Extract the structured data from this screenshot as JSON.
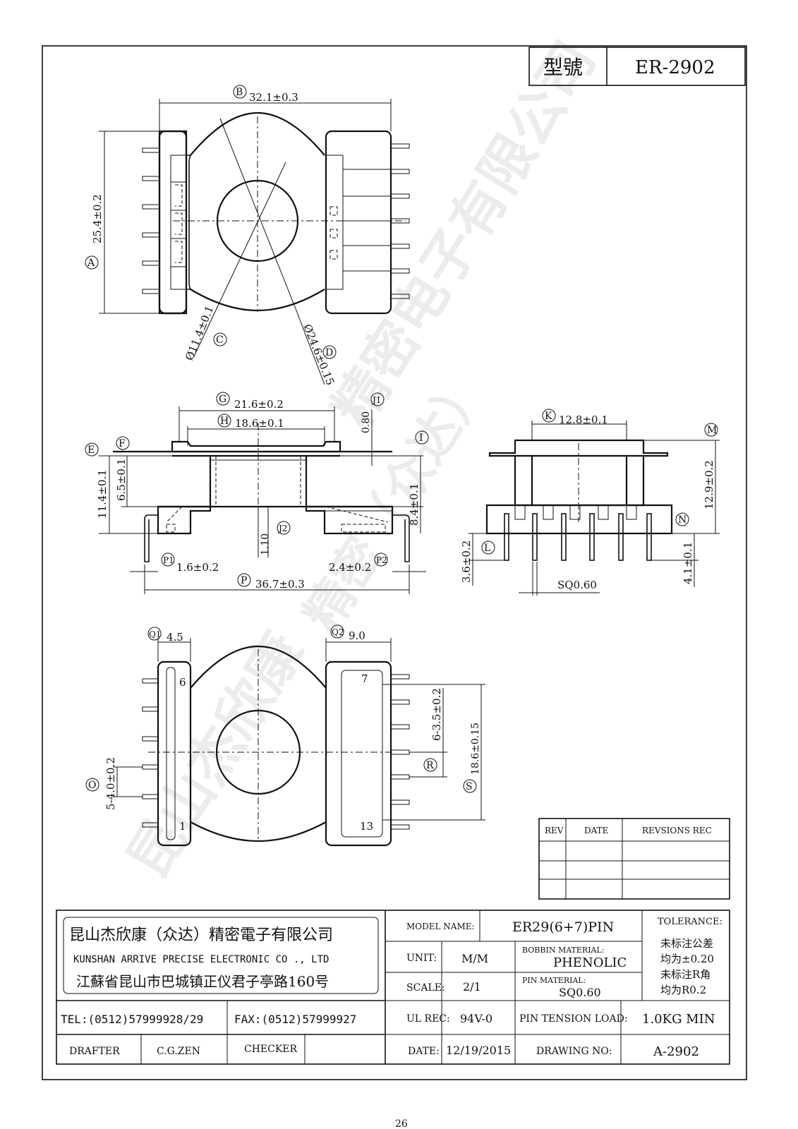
{
  "header": {
    "model_label": "型號",
    "model_value": "ER-2902"
  },
  "watermark": {
    "top": "精密电子有限公司",
    "middle": "精密（众达）",
    "bottom": "昆山杰欣康"
  },
  "view_top": {
    "dim_b": "32.1±0.3",
    "label_b": "B",
    "dim_a": "25.4±0.2",
    "label_a": "A",
    "dim_c": "Ø11.4±0.1",
    "label_c": "C",
    "dim_d": "Ø24.6±0.15",
    "label_d": "D"
  },
  "view_side": {
    "dim_g": "21.6±0.2",
    "label_g": "G",
    "dim_h": "18.6±0.1",
    "label_h": "H",
    "dim_j1": "0.80",
    "label_j1": "J1",
    "label_e": "E",
    "label_f": "F",
    "label_i": "I",
    "dim_e": "11.4±0.1",
    "dim_f": "6.5±0.1",
    "dim_i": "8.4±0.1",
    "dim_j2": "1.10",
    "label_j2": "J2",
    "dim_p1": "1.6±0.2",
    "label_p1": "P1",
    "dim_p2": "2.4±0.2",
    "label_p2": "P2",
    "dim_p": "36.7±0.3",
    "label_p": "P"
  },
  "view_end": {
    "dim_k": "12.8±0.1",
    "label_k": "K",
    "label_m": "M",
    "dim_m": "12.9±0.2",
    "label_n": "N",
    "dim_n": "4.1±0.1",
    "label_l": "L",
    "dim_l": "3.6±0.2",
    "dim_sq": "SQ0.60"
  },
  "view_bottom": {
    "dim_q1": "4.5",
    "label_q1": "Q1",
    "dim_q2": "9.0",
    "label_q2": "Q2",
    "pin_6": "6",
    "pin_7": "7",
    "pin_1": "1",
    "pin_13": "13",
    "dim_pitch": "6-3.5±0.2",
    "label_r": "R",
    "dim_s": "18.6±0.15",
    "label_s": "S",
    "dim_o": "5-4.0±0.2",
    "label_o": "O"
  },
  "revision_table": {
    "headers": [
      "REV",
      "DATE",
      "REVSIONS  REC"
    ]
  },
  "company": {
    "name_cn": "昆山杰欣康（众达）精密電子有限公司",
    "name_en": "KUNSHAN ARRIVE PRECISE ELECTRONIC CO ., LTD",
    "address": "江蘇省昆山市巴城镇正仪君子亭路160号",
    "tel": "TEL:(0512)57999928/29",
    "fax": "FAX:(0512)57999927",
    "drafter_label": "DRAFTER",
    "drafter": "C.G.ZEN",
    "checker_label": "CHECKER"
  },
  "title_block": {
    "model_name_label": "MODEL NAME:",
    "model_name": "ER29(6+7)PIN",
    "unit_label": "UNIT:",
    "unit": "M/M",
    "bobbin_label": "BOBBIN MATERIAL:",
    "bobbin": "PHENOLIC",
    "scale_label": "SCALE:",
    "scale": "2/1",
    "pin_label": "PIN MATERIAL:",
    "pin": "SQ0.60",
    "ul_label": "UL REC:",
    "ul": "94V-0",
    "tension_label": "PIN TENSION LOAD:",
    "tension": "1.0KG MIN",
    "date_label": "DATE:",
    "date": "12/19/2015",
    "drawing_no_label": "DRAWING NO:",
    "drawing_no": "A-2902",
    "tolerance_label": "TOLERANCE:",
    "tol_1": "未标注公差",
    "tol_2": "均为±0.20",
    "tol_3": "未标注R角",
    "tol_4": "均为R0.2"
  },
  "footer": {
    "page": "26"
  }
}
